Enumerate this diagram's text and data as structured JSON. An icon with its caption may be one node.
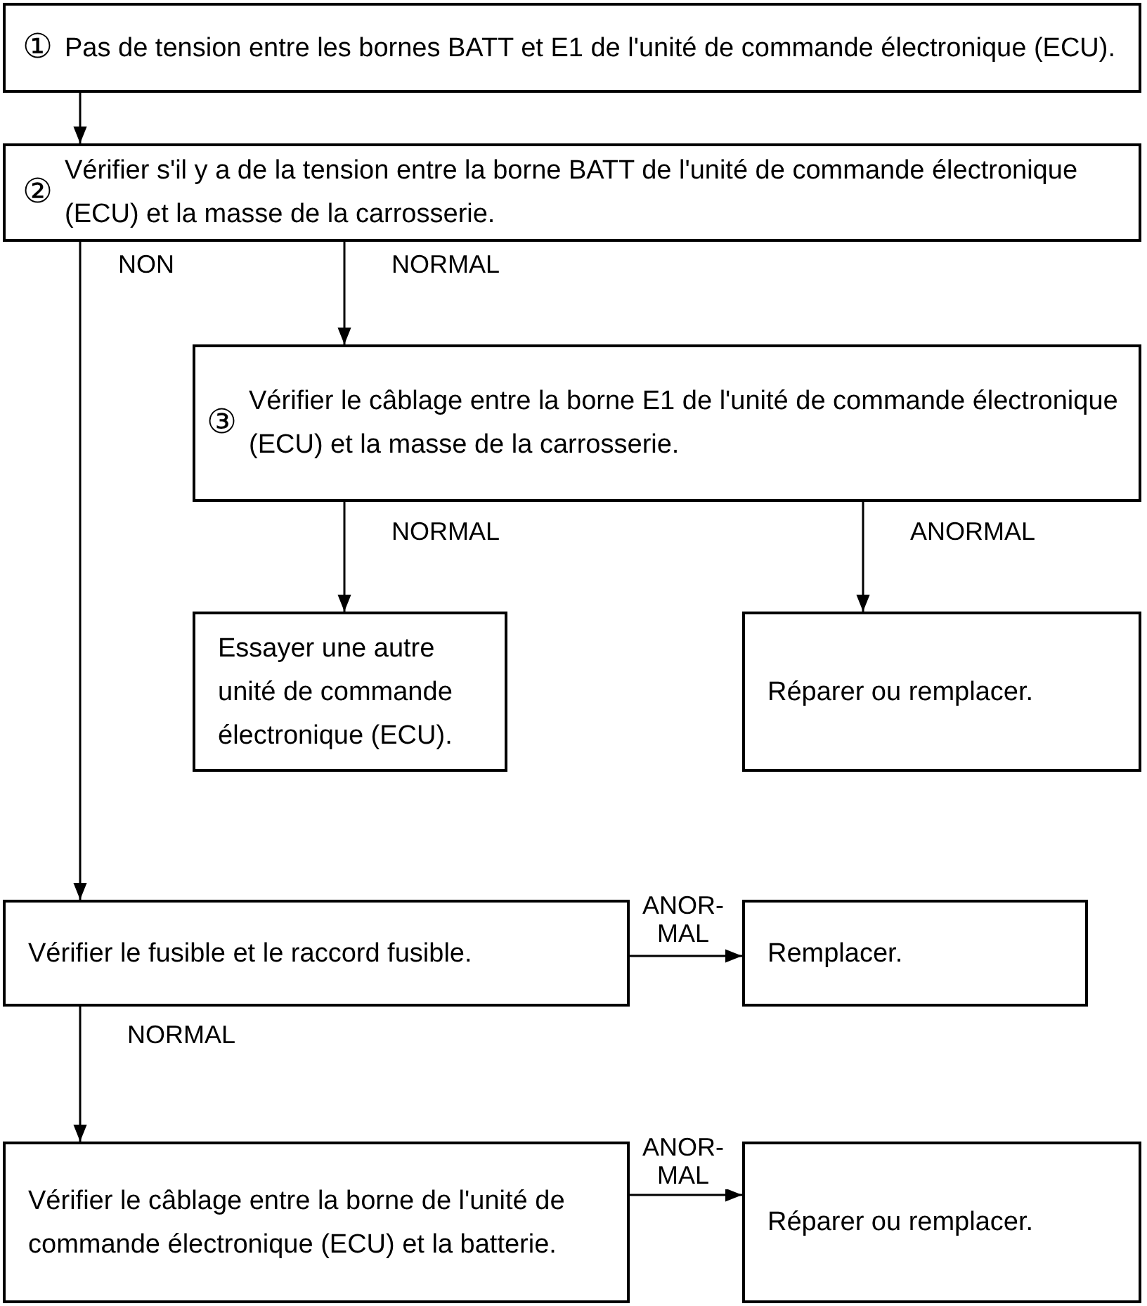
{
  "diagram": {
    "nodes": [
      {
        "text": [
          "①",
          "Pas de tension entre les bornes BATT et E1 de l'unité de commande électronique (ECU)."
        ]
      },
      {
        "text": [
          "②",
          "Vérifier s'il y a de la tension entre la borne BATT de l'unité de commande électronique (ECU) et la masse de la carrosserie."
        ]
      },
      {
        "text": [
          "③",
          "Vérifier le câblage entre la borne E1 de l'unité de commande électronique (ECU) et la masse de la carrosserie."
        ]
      },
      {
        "text": [
          "Essayer une autre unité de commande électronique (ECU)."
        ]
      },
      {
        "text": [
          "Réparer ou remplacer."
        ]
      },
      {
        "text": [
          "Vérifier le fusible et le raccord fusible."
        ]
      },
      {
        "text": [
          "Remplacer."
        ]
      },
      {
        "text": [
          "Vérifier le câblage entre la borne de l'unité de commande électronique (ECU) et la batterie."
        ]
      },
      {
        "text": [
          "Réparer ou remplacer."
        ]
      }
    ],
    "edges": [
      {
        "from": 0,
        "to": 1,
        "arrow": "to"
      },
      {
        "from": 1,
        "to": 5,
        "arrow": "to",
        "label": "NON"
      },
      {
        "from": 1,
        "to": 2,
        "arrow": "to",
        "label": "NORMAL"
      },
      {
        "from": 2,
        "to": 3,
        "arrow": "to",
        "label": "NORMAL"
      },
      {
        "from": 2,
        "to": 4,
        "arrow": "to",
        "label": "ANORMAL"
      },
      {
        "from": 5,
        "to": 6,
        "arrow": "to",
        "label": "ANOR- MAL"
      },
      {
        "from": 5,
        "to": 7,
        "arrow": "to",
        "label": "NORMAL"
      },
      {
        "from": 7,
        "to": 8,
        "arrow": "to",
        "label": "ANOR- MAL"
      }
    ]
  }
}
